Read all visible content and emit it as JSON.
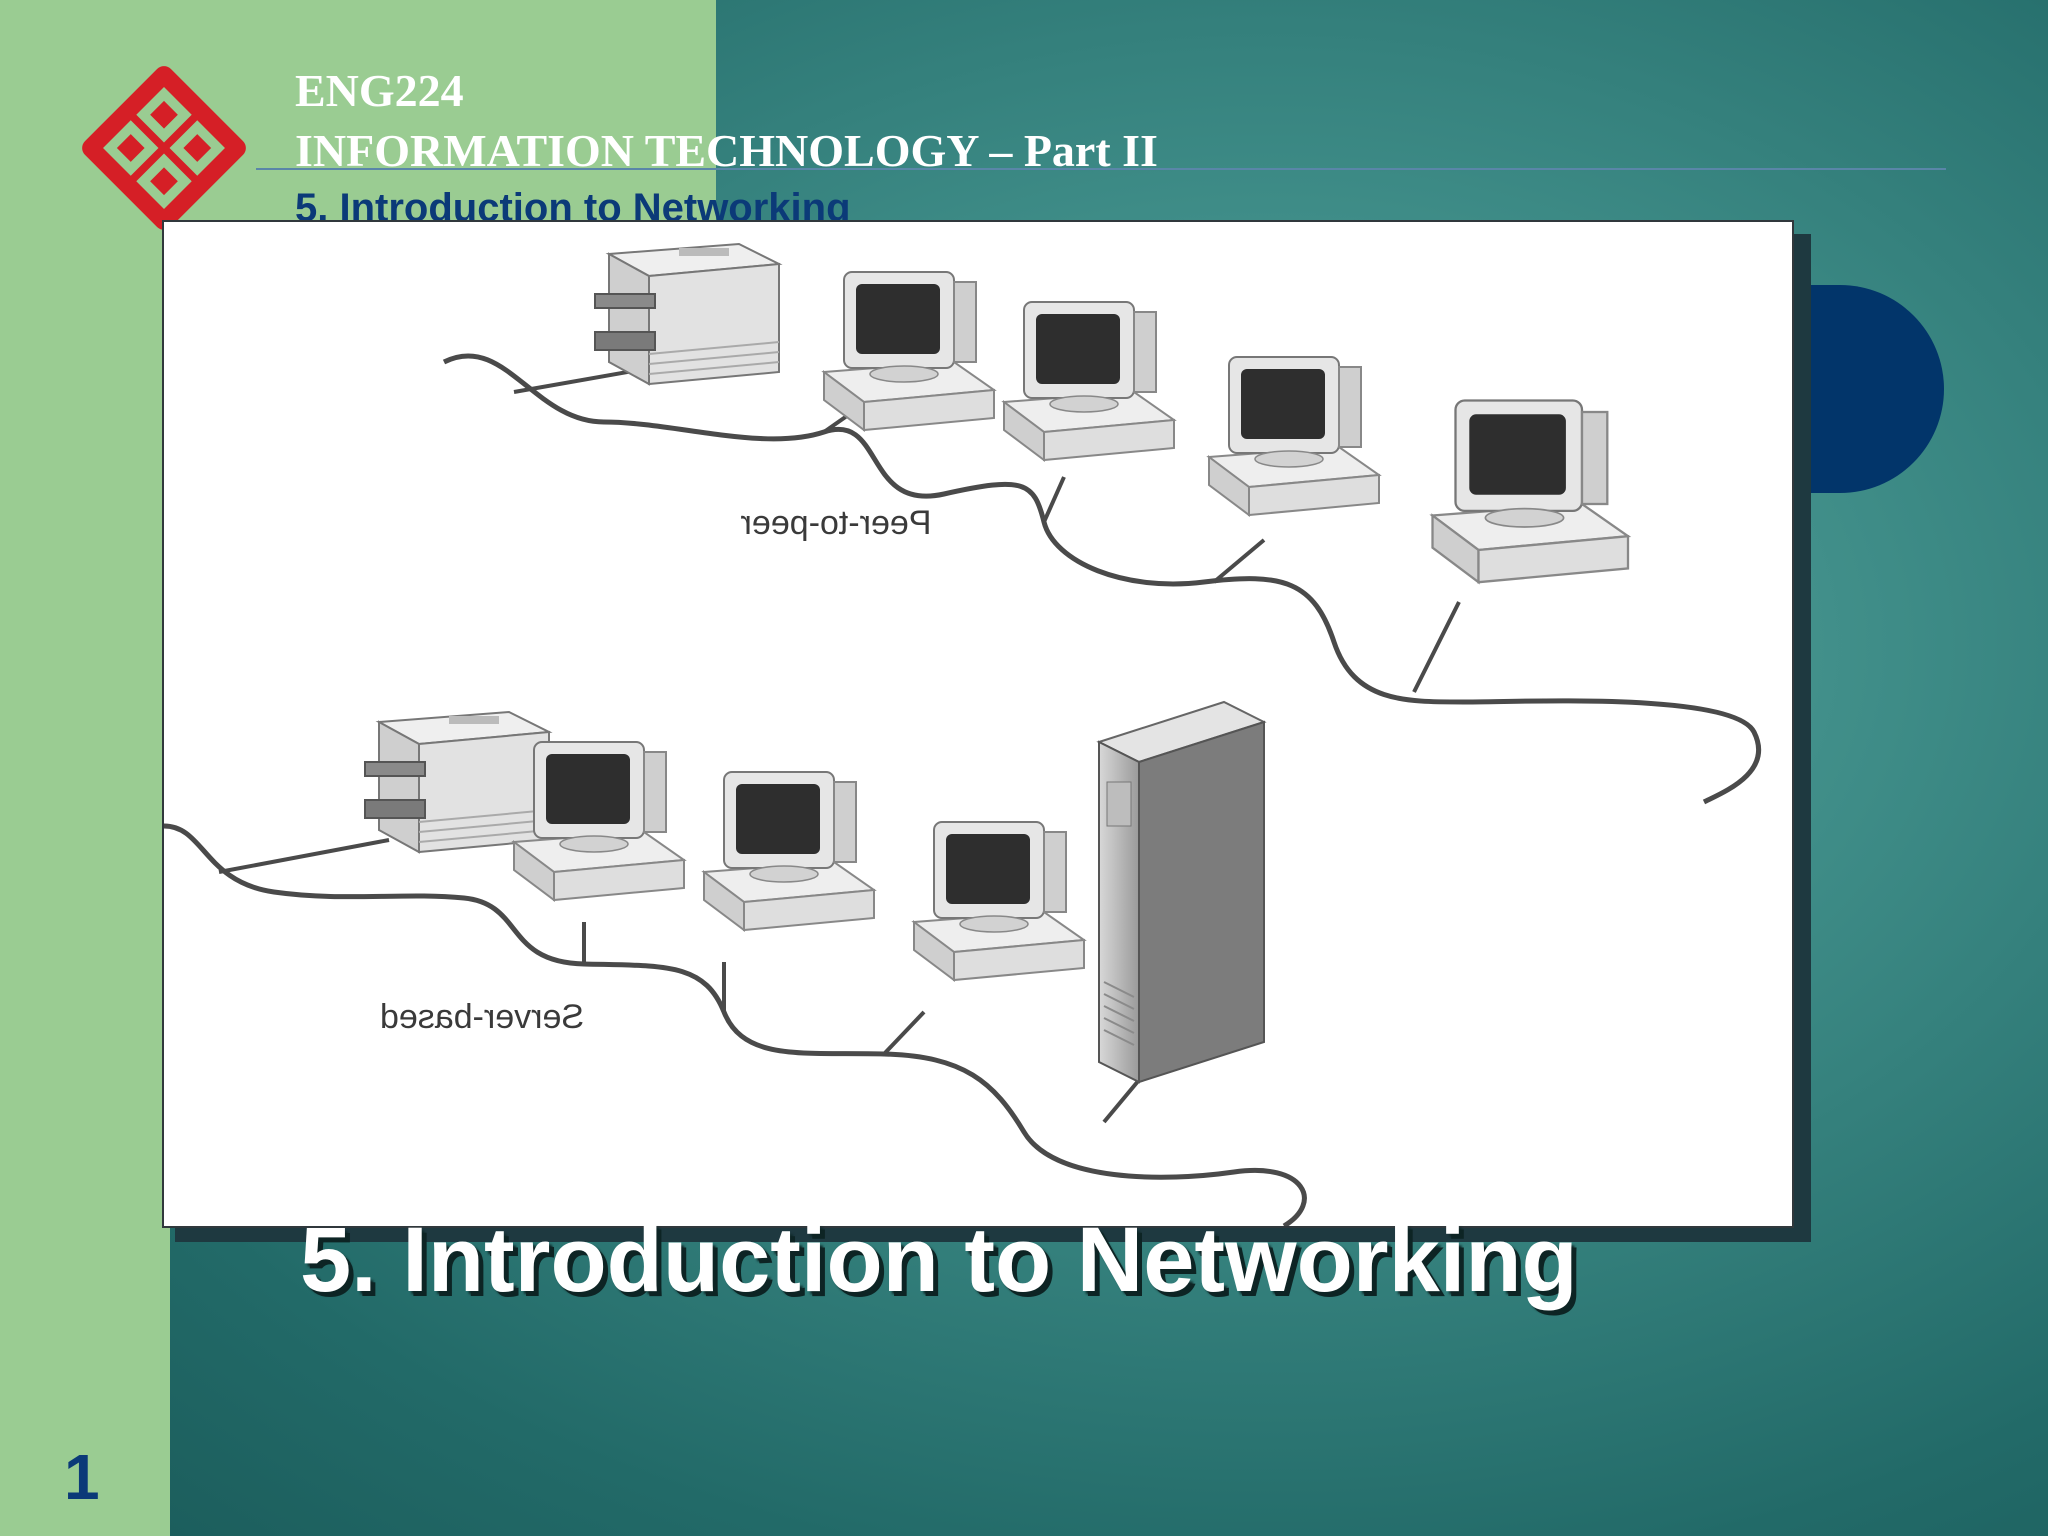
{
  "header": {
    "course_code": "ENG224",
    "course_title": "INFORMATION TECHNOLOGY – Part II",
    "section": "5. Introduction to Networking"
  },
  "figure": {
    "label_top": "Peer-to-peer",
    "label_bottom": "Server-based"
  },
  "slide": {
    "title": "5. Introduction to Networking",
    "page_number": "1"
  },
  "colors": {
    "teal_background": "#3e8c87",
    "green_panel": "#9acc92",
    "navy_accent": "#02356a",
    "logo_red": "#d51f26"
  },
  "icons": [
    "university-logo",
    "printer-icon",
    "computer-icon",
    "server-tower-icon"
  ]
}
